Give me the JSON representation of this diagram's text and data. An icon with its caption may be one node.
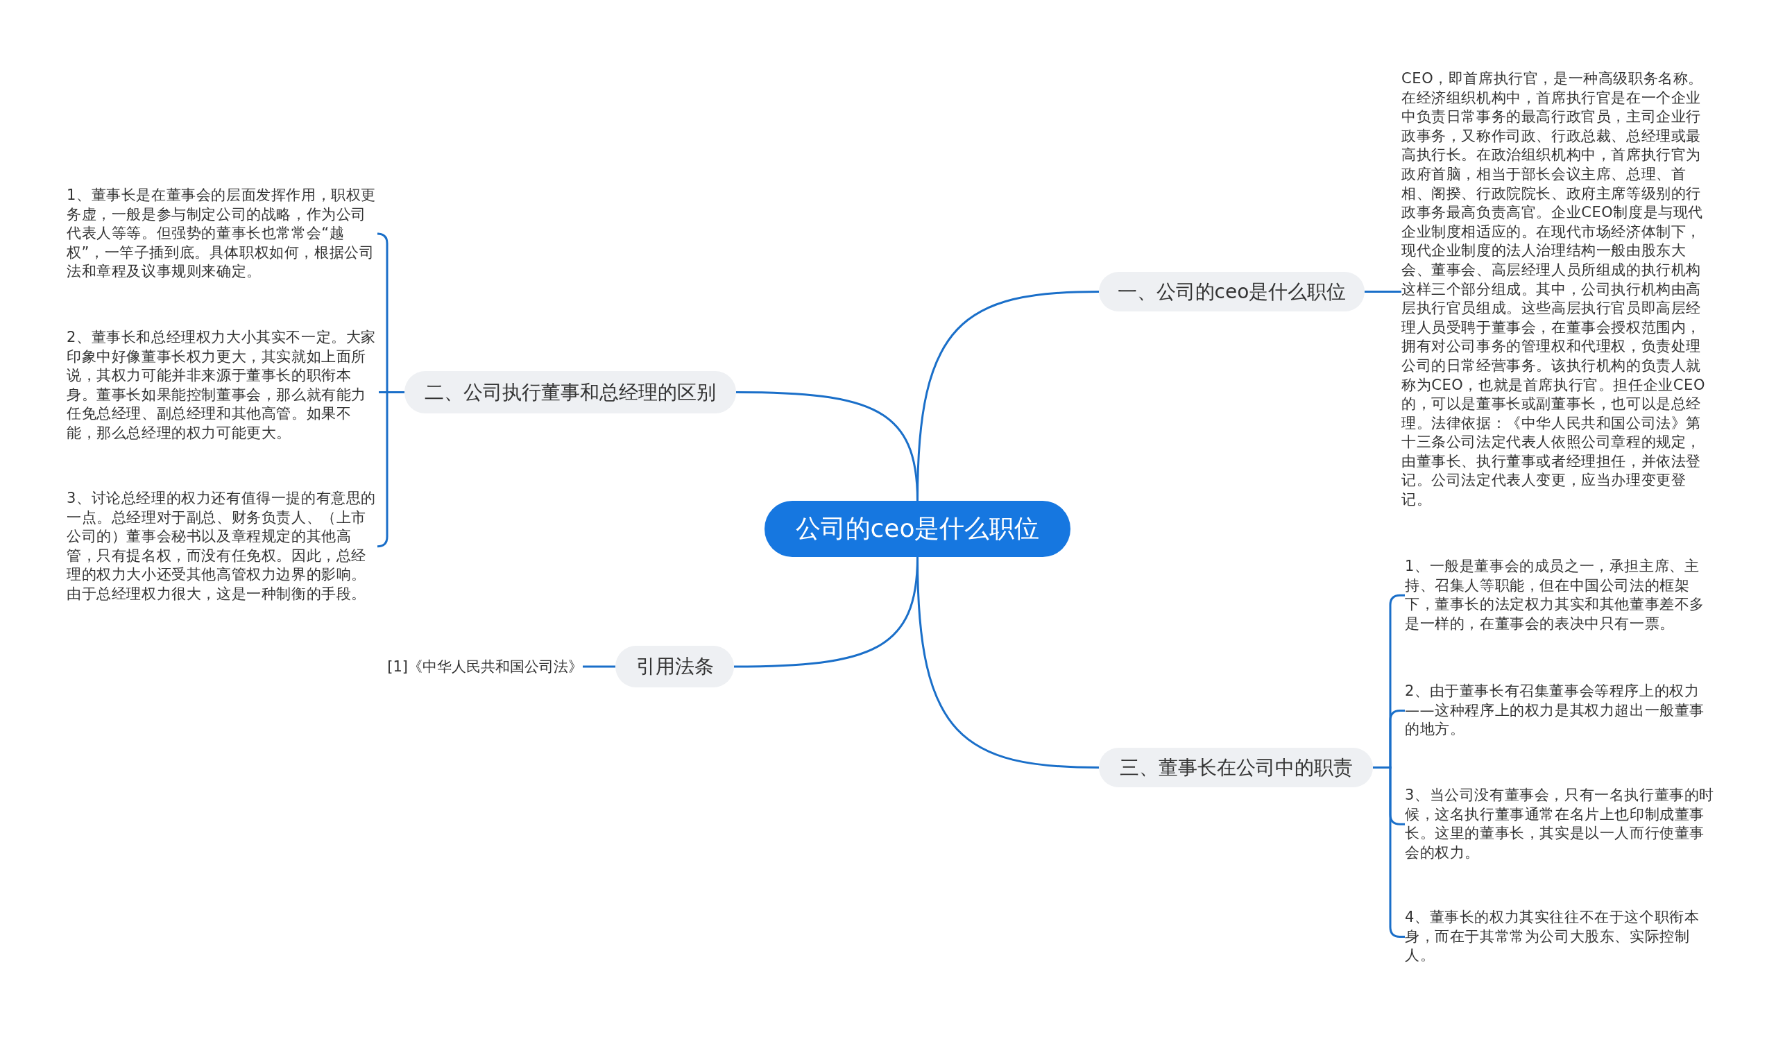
{
  "diagram": {
    "nodes": [
      {
        "text": [
          "公司的ceo是什么职位"
        ]
      },
      {
        "text": [
          "一、公司的ceo是什么职位"
        ]
      },
      {
        "text": [
          "CEO，即首席执行官，是一种高级职务名称。在经济组织机构中，首席执行官是在一个企业中负责日常事务的最高行政官员，主司企业行政事务，又称作司政、行政总裁、总经理或最高执行长。在政治组织机构中，首席执行官为政府首脑，相当于部长会议主席、总理、首相、阁揆、行政院院长、政府主席等级别的行政事务最高负责高官。企业CEO制度是与现代企业制度相适应的。在现代市场经济体制下，现代企业制度的法人治理结构一般由股东大会、董事会、高层经理人员所组成的执行机构这样三个部分组成。其中，公司执行机构由高层执行官员组成。这些高层执行官员即高层经理人员受聘于董事会，在董事会授权范围内，拥有对公司事务的管理权和代理权，负责处理公司的日常经营事务。该执行机构的负责人就称为CEO，也就是首席执行官。担任企业CEO的，可以是董事长或副董事长，也可以是总经理。法律依据：《中华人民共和国公司法》第十三条公司法定代表人依照公司章程的规定，由董事长、执行董事或者经理担任，并依法登记。公司法定代表人变更，应当办理变更登记。"
        ]
      },
      {
        "text": [
          "二、公司执行董事和总经理的区别"
        ]
      },
      {
        "text": [
          "1、董事长是在董事会的层面发挥作用，职权更务虚，一般是参与制定公司的战略，作为公司代表人等等。但强势的董事长也常常会“越权”，一竿子插到底。具体职权如何，根据公司法和章程及议事规则来确定。"
        ]
      },
      {
        "text": [
          "2、董事长和总经理权力大小其实不一定。大家印象中好像董事长权力更大，其实就如上面所说，其权力可能并非来源于董事长的职衔本身。董事长如果能控制董事会，那么就有能力任免总经理、副总经理和其他高管。如果不能，那么总经理的权力可能更大。"
        ]
      },
      {
        "text": [
          "3、讨论总经理的权力还有值得一提的有意思的一点。总经理对于副总、财务负责人、（上市公司的）董事会秘书以及章程规定的其他高管，只有提名权，而没有任免权。因此，总经理的权力大小还受其他高管权力边界的影响。由于总经理权力很大，这是一种制衡的手段。"
        ]
      },
      {
        "text": [
          "三、董事长在公司中的职责"
        ]
      },
      {
        "text": [
          "1、一般是董事会的成员之一，承担主席、主持、召集人等职能，但在中国公司法的框架下，董事长的法定权力其实和其他董事差不多是一样的，在董事会的表决中只有一票。"
        ]
      },
      {
        "text": [
          "2、由于董事长有召集董事会等程序上的权力——这种程序上的权力是其权力超出一般董事的地方。"
        ]
      },
      {
        "text": [
          "3、当公司没有董事会，只有一名执行董事的时候，这名执行董事通常在名片上也印制成董事长。这里的董事长，其实是以一人而行使董事会的权力。"
        ]
      },
      {
        "text": [
          "4、董事长的权力其实往往不在于这个职衔本身，而在于其常常为公司大股东、实际控制人。"
        ]
      },
      {
        "text": [
          "引用法条"
        ]
      },
      {
        "text": [
          "[1]《中华人民共和国公司法》"
        ]
      }
    ],
    "edges": [
      {
        "from": 0,
        "to": 1,
        "arrow": "none"
      },
      {
        "from": 1,
        "to": 2,
        "arrow": "none"
      },
      {
        "from": 0,
        "to": 3,
        "arrow": "none"
      },
      {
        "from": 3,
        "to": 4,
        "arrow": "none"
      },
      {
        "from": 3,
        "to": 5,
        "arrow": "none"
      },
      {
        "from": 3,
        "to": 6,
        "arrow": "none"
      },
      {
        "from": 0,
        "to": 7,
        "arrow": "none"
      },
      {
        "from": 7,
        "to": 8,
        "arrow": "none"
      },
      {
        "from": 7,
        "to": 9,
        "arrow": "none"
      },
      {
        "from": 7,
        "to": 10,
        "arrow": "none"
      },
      {
        "from": 7,
        "to": 11,
        "arrow": "none"
      },
      {
        "from": 0,
        "to": 12,
        "arrow": "none"
      },
      {
        "from": 12,
        "to": 13,
        "arrow": "none"
      }
    ]
  }
}
